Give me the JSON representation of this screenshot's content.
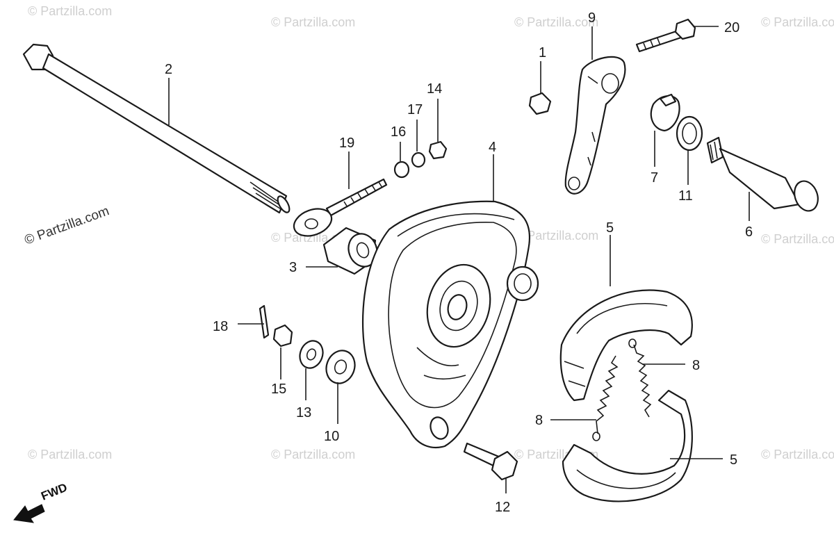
{
  "watermarks": {
    "light": "© Partzilla.com",
    "dark": "© Partzilla.com"
  },
  "direction": {
    "label": "FWD"
  },
  "callouts": [
    {
      "id": "c1",
      "label": "1"
    },
    {
      "id": "c2",
      "label": "2"
    },
    {
      "id": "c3",
      "label": "3"
    },
    {
      "id": "c4",
      "label": "4"
    },
    {
      "id": "c5a",
      "label": "5"
    },
    {
      "id": "c5b",
      "label": "5"
    },
    {
      "id": "c6",
      "label": "6"
    },
    {
      "id": "c7",
      "label": "7"
    },
    {
      "id": "c8a",
      "label": "8"
    },
    {
      "id": "c8b",
      "label": "8"
    },
    {
      "id": "c9",
      "label": "9"
    },
    {
      "id": "c10",
      "label": "10"
    },
    {
      "id": "c11",
      "label": "11"
    },
    {
      "id": "c12",
      "label": "12"
    },
    {
      "id": "c13",
      "label": "13"
    },
    {
      "id": "c14",
      "label": "14"
    },
    {
      "id": "c15",
      "label": "15"
    },
    {
      "id": "c16",
      "label": "16"
    },
    {
      "id": "c17",
      "label": "17"
    },
    {
      "id": "c18",
      "label": "18"
    },
    {
      "id": "c19",
      "label": "19"
    },
    {
      "id": "c20",
      "label": "20"
    }
  ]
}
